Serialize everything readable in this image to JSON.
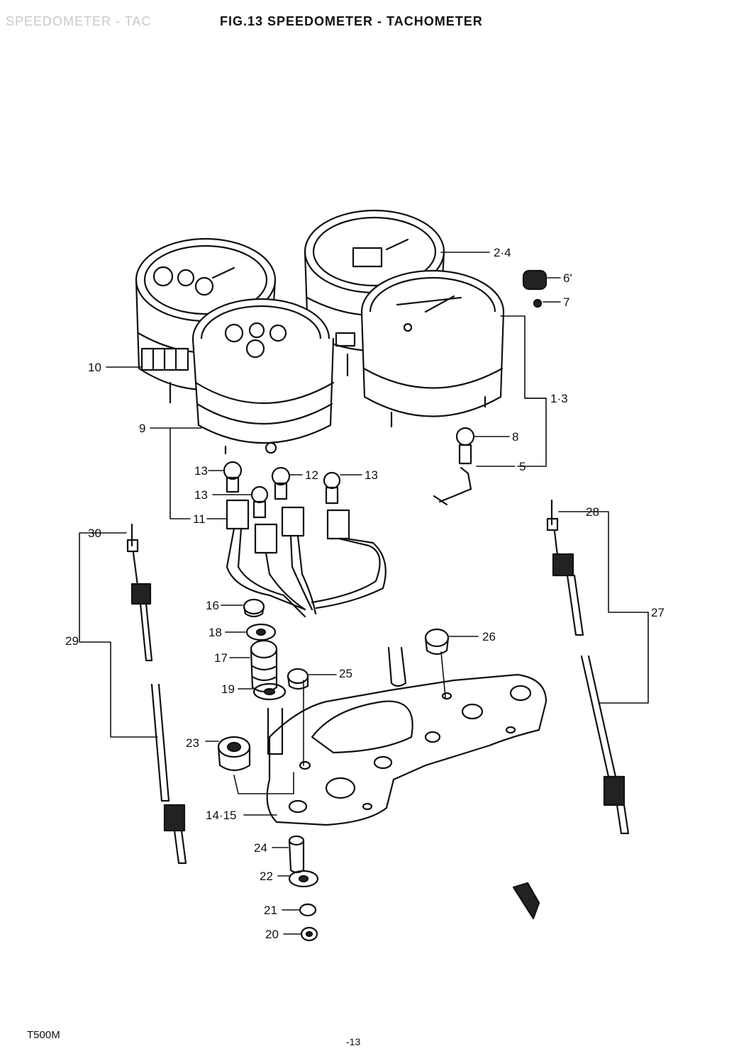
{
  "header": {
    "title": "FIG.13 SPEEDOMETER - TACHOMETER",
    "ghost_title": "SPEEDOMETER - TAC"
  },
  "footer": {
    "model": "T500M",
    "page_number": "-13"
  },
  "labels": {
    "l_2_4": "2·4",
    "l_6": "6'",
    "l_7": "7",
    "l_10": "10",
    "l_1_3": "1·3",
    "l_9": "9",
    "l_8": "8",
    "l_5": "5",
    "l_13a": "13",
    "l_12": "12",
    "l_13b": "13",
    "l_13c": "13",
    "l_11": "11",
    "l_28": "28",
    "l_30": "30",
    "l_27": "27",
    "l_16": "16",
    "l_18": "18",
    "l_26": "26",
    "l_29": "29",
    "l_17": "17",
    "l_25": "25",
    "l_19": "19",
    "l_23": "23",
    "l_14_15": "14·15",
    "l_24": "24",
    "l_22": "22",
    "l_21": "21",
    "l_20": "20"
  },
  "colors": {
    "ink": "#111111",
    "paper": "#ffffff"
  }
}
